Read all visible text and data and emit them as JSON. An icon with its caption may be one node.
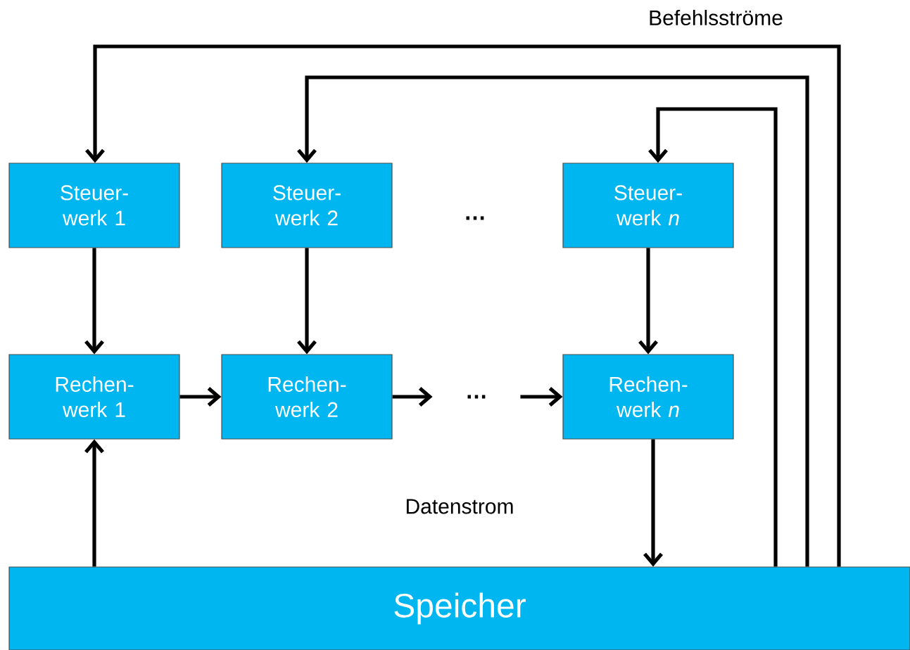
{
  "diagram": {
    "nodes": [
      {
        "text": [
          "Steuer- werk 1"
        ]
      },
      {
        "text": [
          "Steuer- werk 2"
        ]
      },
      {
        "text": [
          "Steuer- werk *n*"
        ]
      },
      {
        "text": [
          "Rechen- werk 1"
        ]
      },
      {
        "text": [
          "Rechen- werk 2"
        ]
      },
      {
        "text": [
          "…"
        ]
      },
      {
        "text": [
          "Rechen- werk *n*"
        ]
      },
      {
        "text": [
          "Speicher"
        ]
      }
    ],
    "edges": [
      {
        "from": 7,
        "to": 0,
        "arrow": "to"
      },
      {
        "from": 7,
        "to": 1,
        "arrow": "to"
      },
      {
        "from": 7,
        "to": 2,
        "arrow": "to"
      },
      {
        "from": 0,
        "to": 3,
        "arrow": "to"
      },
      {
        "from": 1,
        "to": 4,
        "arrow": "to"
      },
      {
        "from": 2,
        "to": 6,
        "arrow": "to"
      },
      {
        "from": 3,
        "to": 4,
        "arrow": "to"
      },
      {
        "from": 4,
        "to": 5,
        "arrow": "to"
      },
      {
        "from": 5,
        "to": 6,
        "arrow": "to"
      },
      {
        "from": 6,
        "to": 7,
        "arrow": "to"
      },
      {
        "from": 7,
        "to": 3,
        "arrow": "to"
      }
    ],
    "labels": [
      "Befehlsströme",
      "…",
      "Datenstrom"
    ]
  }
}
